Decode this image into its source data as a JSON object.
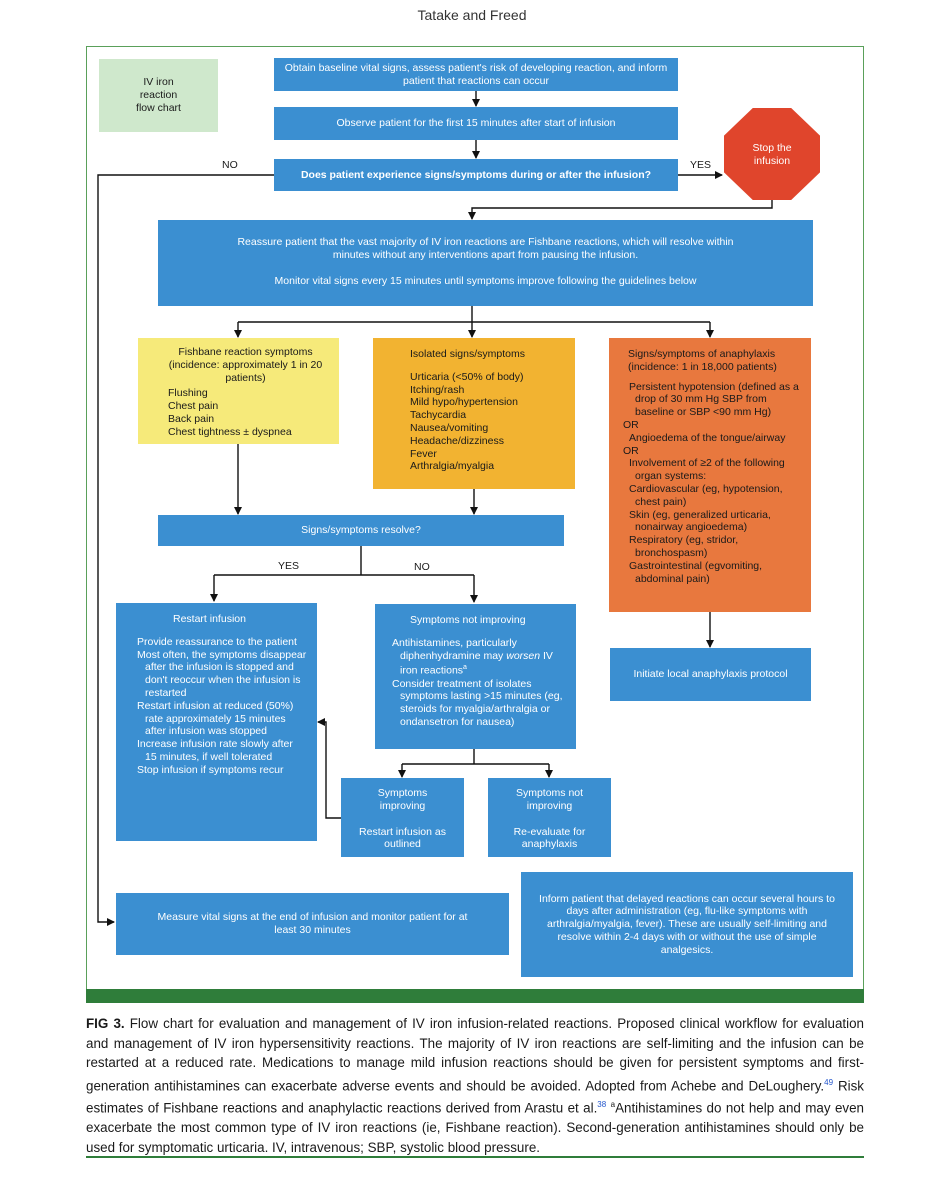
{
  "running_head": "Tatake and Freed",
  "title_box": [
    "IV iron",
    "reaction",
    "flow chart"
  ],
  "step1": "Obtain baseline vital signs, assess patient's risk of developing reaction, and inform patient that reactions can occur",
  "step2": "Observe patient for the first 15 minutes after start of infusion",
  "question1": "Does patient experience signs/symptoms during or after the infusion?",
  "no_label": "NO",
  "yes_label": "YES",
  "stop": [
    "Stop the",
    "infusion"
  ],
  "reassure_line1": "Reassure patient that the vast majority of IV iron reactions are Fishbane reactions, which will resolve within minutes without any interventions apart from pausing the infusion.",
  "reassure_line2": "Monitor vital signs every 15 minutes until symptoms improve following the guidelines below",
  "fishbane": {
    "title": "Fishbane reaction symptoms (incidence: approximately 1 in 20 patients)",
    "items": [
      "Flushing",
      "Chest pain",
      "Back pain",
      "Chest tightness ± dyspnea"
    ]
  },
  "isolated": {
    "title": "Isolated signs/symptoms",
    "items": [
      "Urticaria (<50% of body)",
      "Itching/rash",
      "Mild hypo/hypertension",
      "Tachycardia",
      "Nausea/vomiting",
      "Headache/dizziness",
      "Fever",
      "Arthralgia/myalgia"
    ]
  },
  "anaphylaxis": {
    "title": "Signs/symptoms of anaphylaxis (incidence: 1 in 18,000 patients)",
    "p1": "Persistent hypotension (defined as a drop of 30 mm Hg SBP from baseline or SBP <90 mm Hg)",
    "or1": "OR",
    "p2": "Angioedema of the tongue/airway",
    "or2": "OR",
    "p3": "Involvement of ≥2 of the following organ systems:",
    "systems": [
      "Cardiovascular (eg, hypotension, chest pain)",
      "Skin (eg, generalized urticaria, nonairway angioedema)",
      "Respiratory (eg, stridor, bronchospasm)",
      "Gastrointestinal (egvomiting, abdominal pain)"
    ]
  },
  "question2": "Signs/symptoms resolve?",
  "yes2": "YES",
  "no2": "NO",
  "restart": {
    "title": "Restart infusion",
    "items": [
      "Provide reassurance to the patient",
      "Most often, the symptoms disappear after the infusion is stopped and don't reoccur when the infusion is restarted",
      "Restart infusion at reduced (50%) rate approximately 15 minutes after infusion was stopped",
      "Increase infusion rate slowly after 15 minutes, if well tolerated",
      "Stop infusion if symptoms recur"
    ]
  },
  "not_improving": {
    "title": "Symptoms not improving",
    "item1_pre": "Antihistamines, particularly diphenhydramine may ",
    "item1_em": "worsen",
    "item1_post": " IV iron reactions",
    "item1_sup": "a",
    "item2": "Consider treatment of isolates symptoms lasting >15 minutes (eg, steroids for myalgia/arthralgia or ondansetron for nausea)"
  },
  "improving_box": {
    "title": "Symptoms improving",
    "action": "Restart infusion as outlined"
  },
  "not_improving_box": {
    "title": "Symptoms not improving",
    "action": "Re-evaluate for anaphylaxis"
  },
  "anaphylaxis_protocol": "Initiate local anaphylaxis protocol",
  "measure": "Measure vital signs at the end of infusion and monitor patient for at least 30 minutes",
  "inform": "Inform patient that delayed reactions can occur several hours to days after administration (eg, flu-like symptoms with arthralgia/myalgia, fever). These are usually self-limiting and resolve within 2-4 days with or without the use of simple analgesics.",
  "caption": {
    "label": "FIG 3.",
    "text1": " Flow chart for evaluation and management of IV iron infusion-related reactions. Proposed clinical workflow for evaluation and management of IV iron hypersensitivity reactions. The majority of IV iron reactions are self-limiting and the infusion can be restarted at a reduced rate. Medications to manage mild infusion reactions should be given for persistent symptoms and first-generation antihistamines can exacerbate adverse events and should be avoided. Adopted from Achebe and DeLoughery.",
    "ref1": "49",
    "text2": " Risk estimates of Fishbane reactions and anaphylactic reactions derived from Arastu et al.",
    "ref2": "38",
    "note_mark": "a",
    "text3": "Antihistamines do not help and may even exacerbate the most common type of IV iron reactions (ie, Fishbane reaction). Second-generation antihistamines should only be used for symptomatic urticaria. IV, intravenous; SBP, systolic blood pressure."
  },
  "colors": {
    "box_blue": "#3b8fd1",
    "fishbane_yellow": "#f6ea7a",
    "isolated_amber": "#f2b331",
    "anaphylaxis_orange": "#e8783e",
    "stop_red": "#e0452c",
    "title_green": "#cfe8cc",
    "frame_green": "#2f7d3a"
  }
}
